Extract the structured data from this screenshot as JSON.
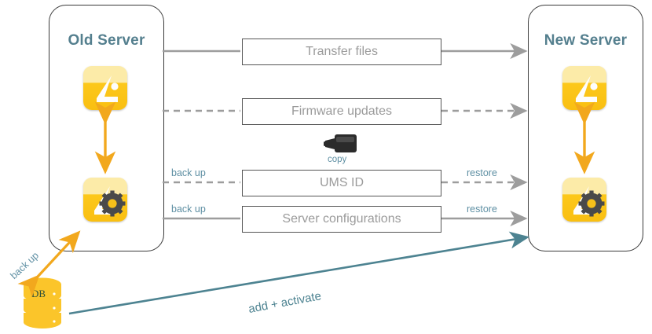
{
  "diagram": {
    "title_left": "Old Server",
    "title_right": "New Server",
    "left_panel": {
      "label": "Old Server",
      "icons": [
        {
          "name": "server-app-icon",
          "type": "plain"
        },
        {
          "name": "server-config-icon",
          "type": "gear"
        }
      ],
      "internal_arrow": "bidirectional"
    },
    "right_panel": {
      "label": "New Server",
      "icons": [
        {
          "name": "server-app-icon",
          "type": "plain"
        },
        {
          "name": "server-config-icon",
          "type": "gear"
        }
      ],
      "internal_arrow": "bidirectional"
    },
    "transfer_items": [
      {
        "label": "Transfer files",
        "line": "solid",
        "left_label": "",
        "right_label": ""
      },
      {
        "label": "Firmware updates",
        "line": "dashed",
        "left_label": "",
        "right_label": ""
      },
      {
        "label": "UMS ID",
        "line": "dashed",
        "left_label": "back up",
        "right_label": "restore"
      },
      {
        "label": "Server configurations",
        "line": "solid",
        "left_label": "back up",
        "right_label": "restore"
      }
    ],
    "usb": {
      "caption": "copy",
      "icon": "usb-adapter-icon"
    },
    "database": {
      "label": "DB",
      "backup_label": "back up",
      "icon": "database-cylinder-icon"
    },
    "bottom_arrow": {
      "label": "add + activate"
    },
    "colors": {
      "title_teal": "#547f8e",
      "label_teal": "#5e8fa3",
      "arrow_gray": "#9d9d9d",
      "arrow_teal": "#4d8391",
      "arrow_orange": "#f2a81d",
      "tile_yellow": "#fbc311",
      "box_text_gray": "#9b9b9b",
      "panel_border": "#3a3a3a",
      "db_text": "#2f4f3a"
    }
  }
}
